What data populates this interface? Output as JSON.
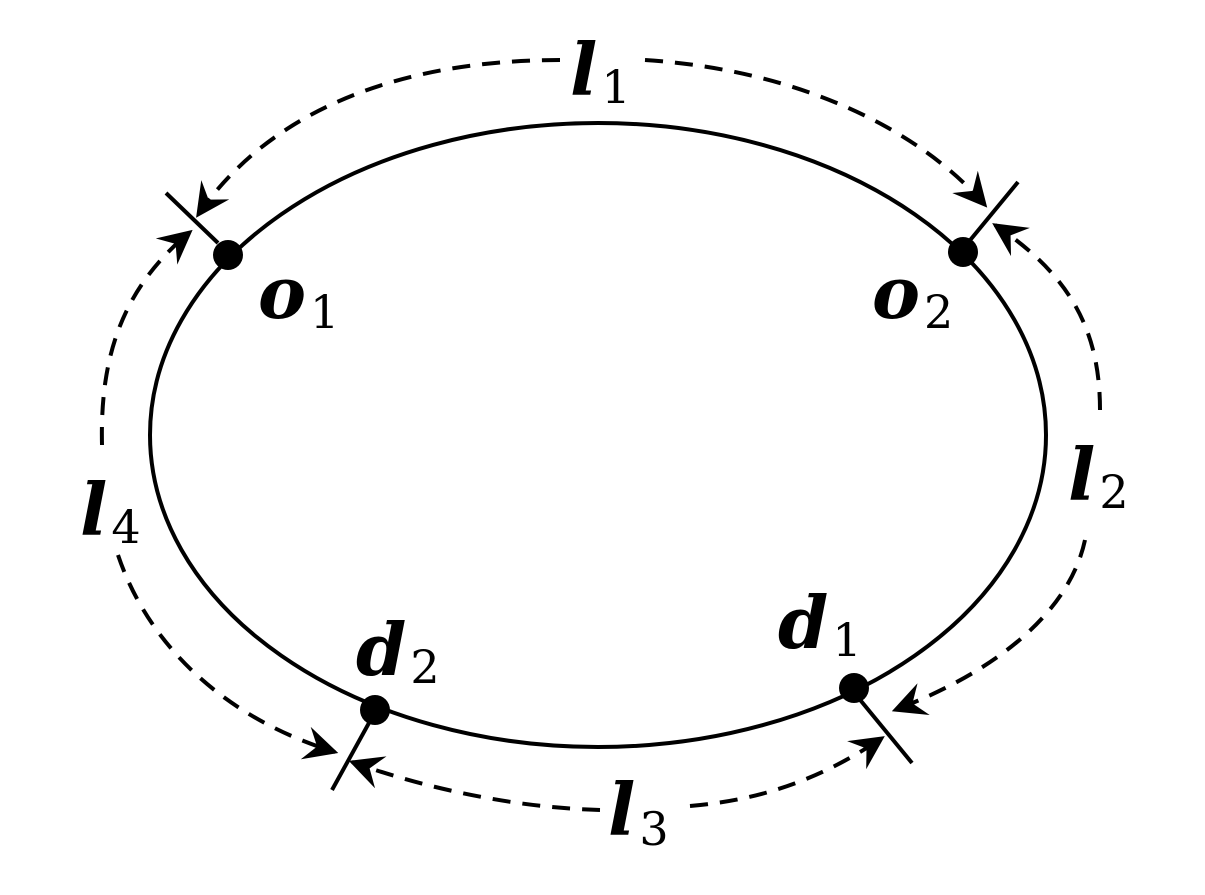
{
  "diagram": {
    "nodes": [
      {
        "id": "o1",
        "letter": "o",
        "subscript": "1"
      },
      {
        "id": "o2",
        "letter": "o",
        "subscript": "2"
      },
      {
        "id": "d1",
        "letter": "d",
        "subscript": "1"
      },
      {
        "id": "d2",
        "letter": "d",
        "subscript": "2"
      }
    ],
    "segments": [
      {
        "id": "l1",
        "letter": "l",
        "subscript": "1",
        "from": "o1",
        "to": "o2"
      },
      {
        "id": "l2",
        "letter": "l",
        "subscript": "2",
        "from": "o2",
        "to": "d1"
      },
      {
        "id": "l3",
        "letter": "l",
        "subscript": "3",
        "from": "d1",
        "to": "d2"
      },
      {
        "id": "l4",
        "letter": "l",
        "subscript": "4",
        "from": "d2",
        "to": "o1"
      }
    ],
    "colors": {
      "stroke": "#000000",
      "background": "#ffffff"
    }
  }
}
